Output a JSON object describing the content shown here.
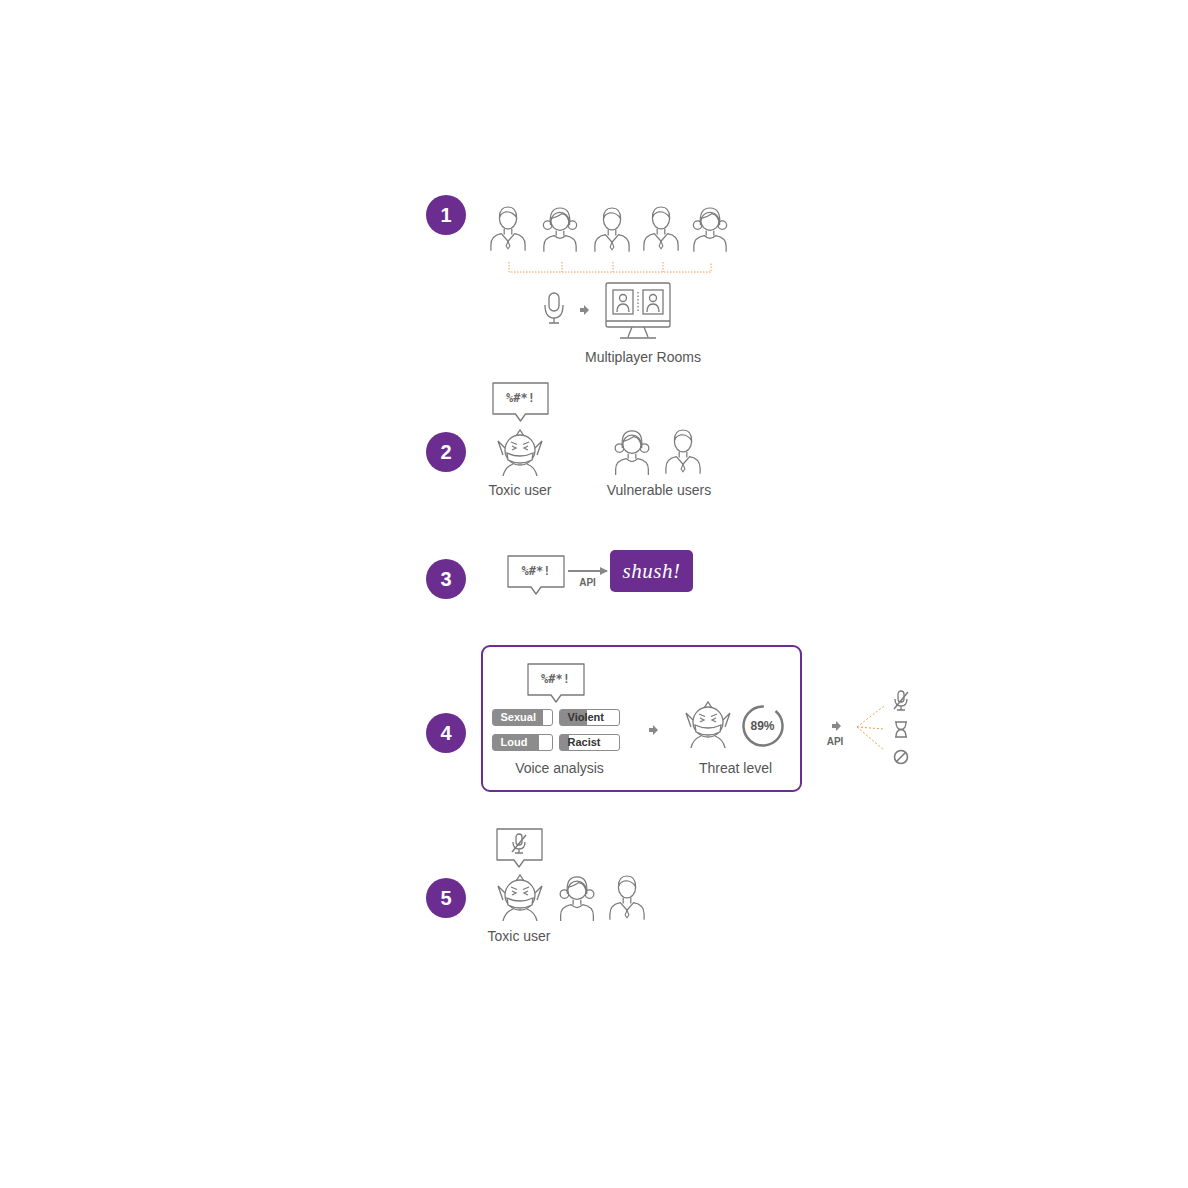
{
  "diagram": {
    "nodes": [
      {
        "text": [
          "%#*!"
        ]
      },
      {
        "text": [
          "%#*!"
        ]
      },
      {
        "text": [
          "shush!"
        ]
      },
      {
        "text": [
          "Voice analysis",
          "Threat level"
        ]
      },
      {
        "text": [
          "%#*!"
        ],
        "in": 3
      },
      {
        "text": [
          "Sexual"
        ],
        "in": 3
      },
      {
        "text": [
          "Violent"
        ],
        "in": 3
      },
      {
        "text": [
          "Loud"
        ],
        "in": 3
      },
      {
        "text": [
          "Racist"
        ],
        "in": 3
      },
      {
        "text": [
          "89%"
        ],
        "in": 3
      }
    ],
    "edges": [
      {
        "from": 1,
        "to": 2,
        "arrow": "to",
        "label": "API"
      }
    ],
    "labels": [
      "1",
      "Multiplayer Rooms",
      "2",
      "Toxic user",
      "Vulnerable users",
      "3",
      "4",
      "API",
      "5",
      "Toxic user"
    ]
  }
}
